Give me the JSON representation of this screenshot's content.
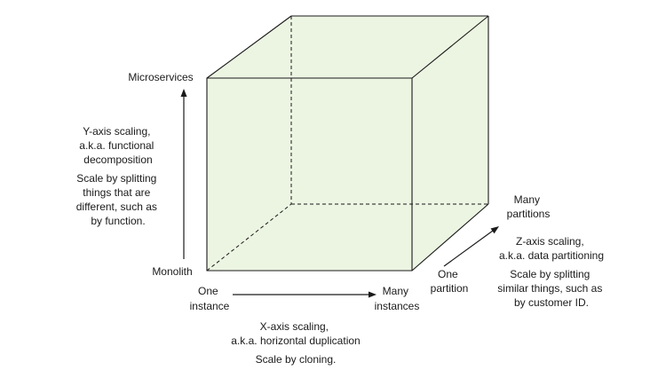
{
  "y_axis": {
    "top_label": "Microservices",
    "bottom_label": "Monolith",
    "title_lines": [
      "Y-axis scaling,",
      "a.k.a. functional",
      "decomposition"
    ],
    "description_lines": [
      "Scale by splitting",
      "things that are",
      "different, such as",
      "by function."
    ]
  },
  "x_axis": {
    "start_label_lines": [
      "One",
      "instance"
    ],
    "end_label_lines": [
      "Many",
      "instances"
    ],
    "title_lines": [
      "X-axis scaling,",
      "a.k.a. horizontal duplication"
    ],
    "description_lines": [
      "Scale by cloning."
    ]
  },
  "z_axis": {
    "start_label_lines": [
      "One",
      "partition"
    ],
    "end_label_lines": [
      "Many",
      "partitions"
    ],
    "title_lines": [
      "Z-axis scaling,",
      "a.k.a. data partitioning"
    ],
    "description_lines": [
      "Scale by splitting",
      "similar things, such as",
      "by customer ID."
    ]
  },
  "colors": {
    "cube_fill": "#ecf4e2",
    "line": "#1a1a1a"
  }
}
